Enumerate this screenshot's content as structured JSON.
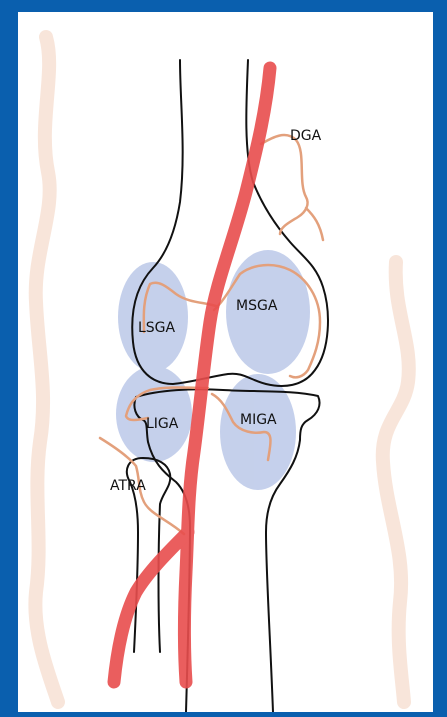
{
  "diagram": {
    "labels": {
      "dga": "DGA",
      "lsga": "LSGA",
      "msga": "MSGA",
      "liga": "LIGA",
      "miga": "MIGA",
      "atra": "ATRA"
    },
    "colors": {
      "frame": "#0a5fae",
      "background": "#ffffff",
      "main_artery": "#e84d4d",
      "genicular_arteries": "#e3a07c",
      "region_fill": "#9fb1df",
      "bone_outline": "#111111",
      "skin_outline": "#f6dfd2"
    }
  }
}
